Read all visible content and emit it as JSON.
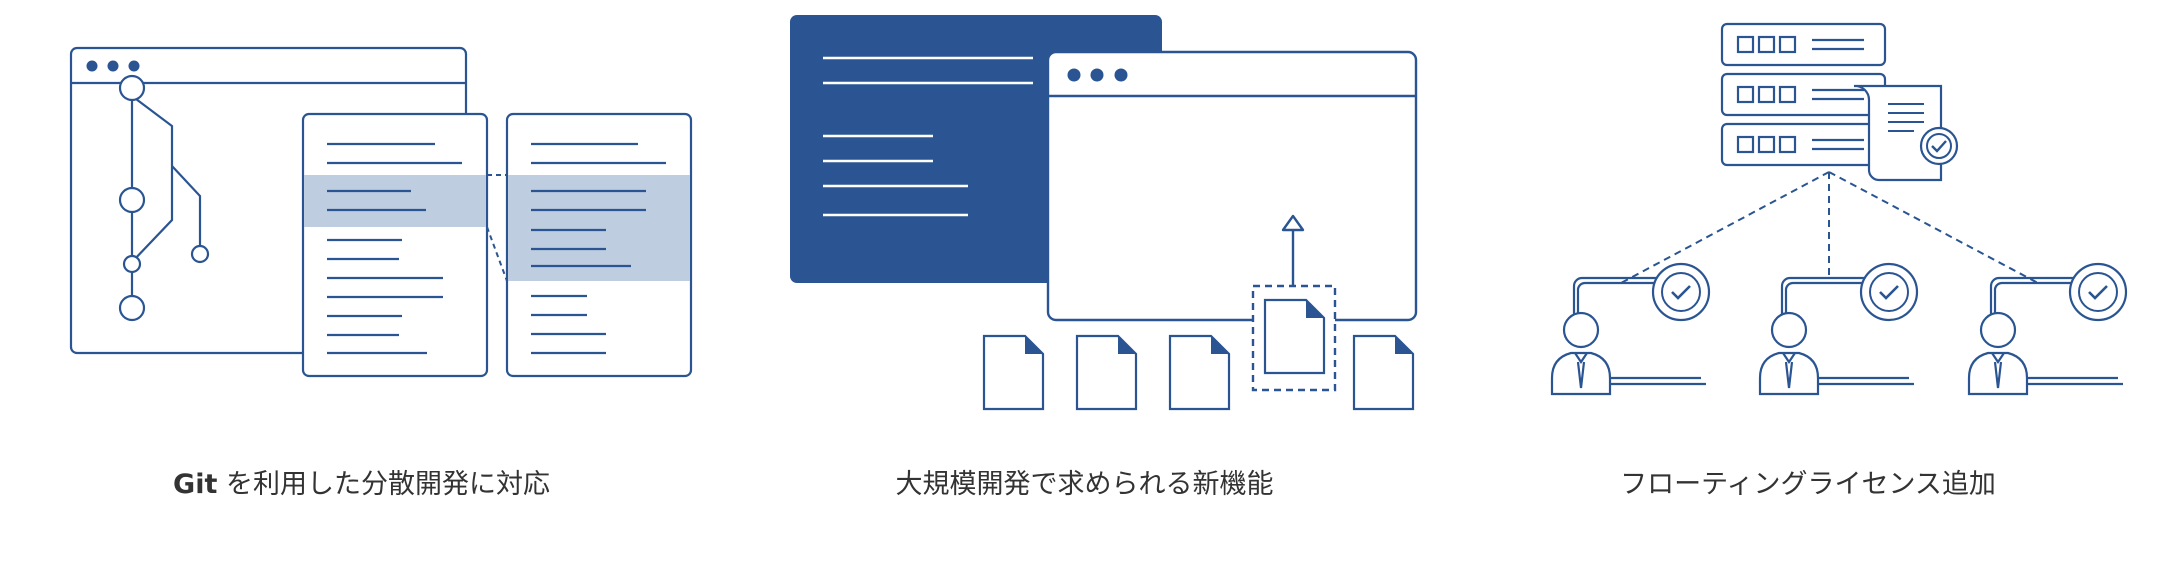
{
  "colors": {
    "line": "#2a5592",
    "fill_dark": "#2a5592",
    "highlight": "#bfcde0",
    "text": "#333333"
  },
  "features": [
    {
      "caption_prefix": "Git",
      "caption": " を利用した分散開発に対応",
      "icon": "git-branch-diff-icon"
    },
    {
      "caption": "大規模開発で求められる新機能",
      "icon": "file-upload-window-icon"
    },
    {
      "caption": "フローティングライセンス追加",
      "icon": "license-server-network-icon"
    }
  ]
}
